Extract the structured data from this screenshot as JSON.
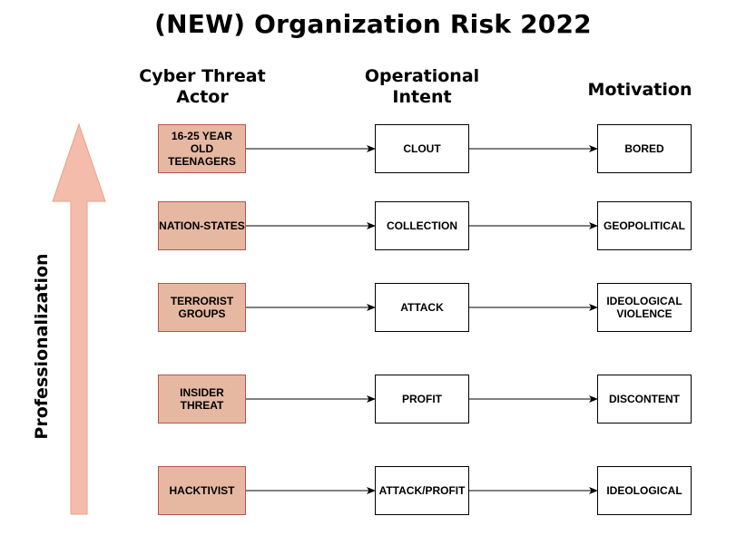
{
  "title": "(NEW) Organization Risk 2022",
  "headers": {
    "actor_line1": "Cyber Threat",
    "actor_line2": "Actor",
    "intent_line1": "Operational",
    "intent_line2": "Intent",
    "motivation": "Motivation"
  },
  "axis_label": "Professionalization",
  "rows": [
    {
      "actor": [
        "16-25 YEAR",
        "OLD",
        "TEENAGERS"
      ],
      "intent": [
        "CLOUT"
      ],
      "motivation": [
        "BORED"
      ]
    },
    {
      "actor": [
        "NATION-STATES"
      ],
      "intent": [
        "COLLECTION"
      ],
      "motivation": [
        "GEOPOLITICAL"
      ]
    },
    {
      "actor": [
        "TERRORIST",
        "GROUPS"
      ],
      "intent": [
        "ATTACK"
      ],
      "motivation": [
        "IDEOLOGICAL",
        "VIOLENCE"
      ]
    },
    {
      "actor": [
        "INSIDER",
        "THREAT"
      ],
      "intent": [
        "PROFIT"
      ],
      "motivation": [
        "DISCONTENT"
      ]
    },
    {
      "actor": [
        "HACKTIVIST"
      ],
      "intent": [
        "ATTACK/PROFIT"
      ],
      "motivation": [
        "IDEOLOGICAL"
      ]
    }
  ],
  "colors": {
    "actor_fill": "#e6b8a2",
    "actor_border": "#b85450",
    "arrow_fill": "#f4bcaa",
    "arrow_stroke": "#e8a08a"
  }
}
